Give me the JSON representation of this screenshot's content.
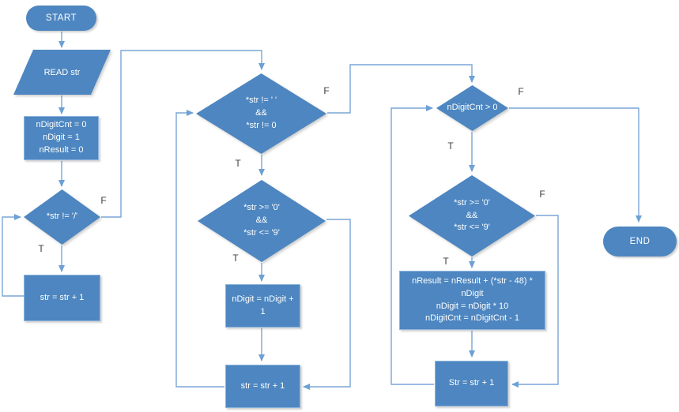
{
  "diagram": {
    "type": "flowchart",
    "colors": {
      "shape_fill": "#4d86c0",
      "shape_border": "#8fb6de",
      "connector": "#7aa5d6",
      "branch_label_text": "#3f3f3f",
      "shape_text": "#ffffff"
    },
    "nodes": {
      "start": {
        "shape": "terminator",
        "label": "START"
      },
      "read_str": {
        "shape": "input",
        "label": "READ str"
      },
      "init": {
        "shape": "process",
        "lines": [
          "nDigitCnt = 0",
          "nDigit = 1",
          "nResult = 0"
        ]
      },
      "check_slash": {
        "shape": "decision",
        "label": "*str != '/'"
      },
      "inc_str_1": {
        "shape": "process",
        "label": "str = str + 1"
      },
      "check_end": {
        "shape": "decision",
        "lines": [
          "*str != ' '",
          "&&",
          "*str != 0"
        ]
      },
      "check_digit_1": {
        "shape": "decision",
        "lines": [
          "*str >= '0'",
          "&&",
          "*str <= '9'"
        ]
      },
      "inc_ndigit": {
        "shape": "process",
        "label": "nDigit = nDigit + 1"
      },
      "inc_str_2": {
        "shape": "process",
        "label": "str = str + 1"
      },
      "check_cnt": {
        "shape": "decision",
        "label": "nDigitCnt > 0"
      },
      "check_digit_2": {
        "shape": "decision",
        "lines": [
          "*str >= '0'",
          "&&",
          "*str <= '9'"
        ]
      },
      "accumulate": {
        "shape": "process",
        "lines": [
          "nResult = nResult + (*str - 48) * nDigit",
          "nDigit = nDigit * 10",
          "nDigitCnt = nDigitCnt - 1"
        ]
      },
      "inc_str_3": {
        "shape": "process",
        "label": "Str = str + 1"
      },
      "end": {
        "shape": "terminator",
        "label": "END"
      }
    },
    "branch_labels": {
      "slash_f": "F",
      "slash_t": "T",
      "end_f": "F",
      "end_t": "T",
      "digit1_t": "T",
      "cnt_f": "F",
      "cnt_t": "T",
      "digit2_f": "F",
      "digit2_t": "T"
    }
  }
}
